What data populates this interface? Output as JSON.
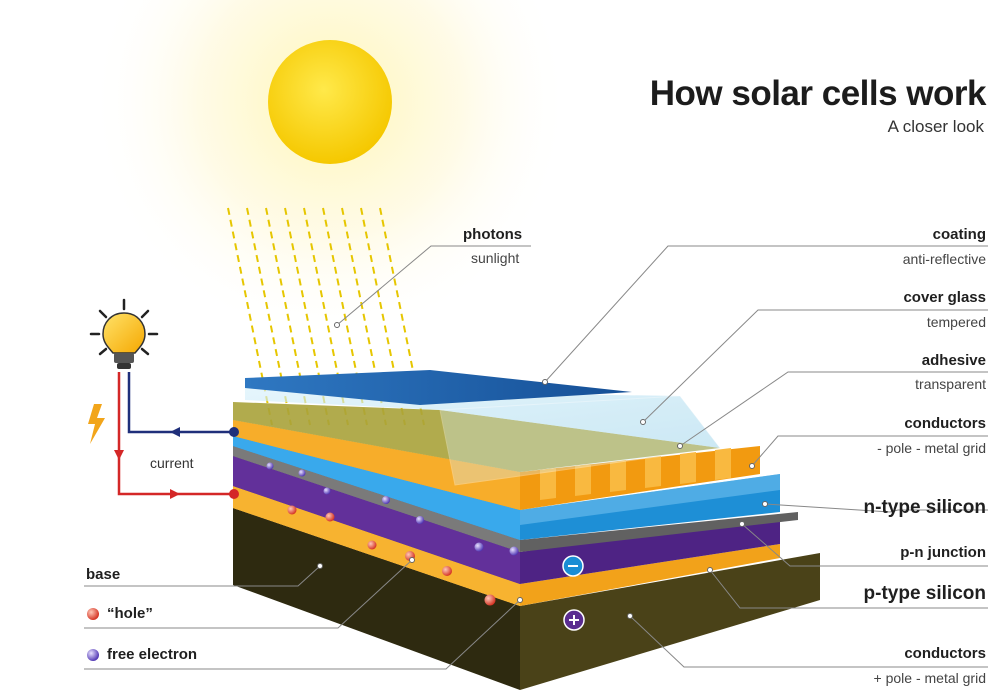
{
  "header": {
    "title": "How solar cells work",
    "subtitle": "A closer look"
  },
  "labels": {
    "photons": {
      "main": "photons",
      "sub": "sunlight"
    },
    "coating": {
      "main": "coating",
      "sub": "anti-reflective"
    },
    "cover_glass": {
      "main": "cover glass",
      "sub": "tempered"
    },
    "adhesive": {
      "main": "adhesive",
      "sub": "transparent"
    },
    "conductors_top": {
      "main": "conductors",
      "sub": "- pole - metal grid"
    },
    "n_type": "n-type silicon",
    "pn_junction": "p-n junction",
    "p_type": "p-type silicon",
    "conductors_bottom": {
      "main": "conductors",
      "sub": "+ pole - metal grid"
    },
    "current": "current",
    "base": "base",
    "hole": "“hole”",
    "free_electron": "free electron"
  },
  "colors": {
    "sun": "#f7d000",
    "coating": "#1d5fa8",
    "glass": "#bfe4f2",
    "conductor": "#f6a81d",
    "n_type": "#2e9fe0",
    "junction": "#5a5a5a",
    "p_type": "#5b2d8e",
    "base": "#3b3413",
    "wire_negative": "#1f2f7a",
    "wire_positive": "#d42727"
  },
  "icons": [
    "lightbulb-icon",
    "lightning-icon",
    "sun-icon",
    "hole-icon",
    "electron-icon",
    "minus-icon",
    "plus-icon"
  ]
}
